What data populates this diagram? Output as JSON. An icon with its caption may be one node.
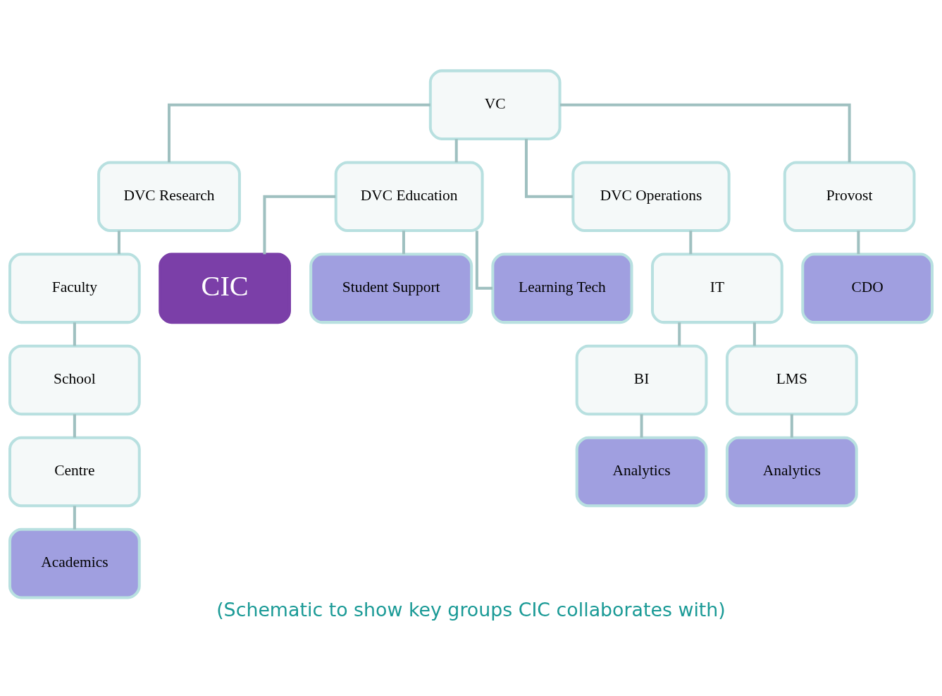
{
  "diagram": {
    "caption": "(Schematic to show key groups CIC collaborates with)",
    "nodes": [
      {
        "text": [
          "VC"
        ]
      },
      {
        "text": [
          "DVC Research"
        ]
      },
      {
        "text": [
          "DVC Education"
        ]
      },
      {
        "text": [
          "DVC Operations"
        ]
      },
      {
        "text": [
          "Provost"
        ]
      },
      {
        "text": [
          "Faculty"
        ]
      },
      {
        "text": [
          "School"
        ]
      },
      {
        "text": [
          "Centre"
        ]
      },
      {
        "text": [
          "Academics"
        ]
      },
      {
        "text": [
          "CIC"
        ]
      },
      {
        "text": [
          "Student Support"
        ]
      },
      {
        "text": [
          "Learning Tech"
        ]
      },
      {
        "text": [
          "IT"
        ]
      },
      {
        "text": [
          "BI"
        ]
      },
      {
        "text": [
          "LMS"
        ]
      },
      {
        "text": [
          "Analytics"
        ]
      },
      {
        "text": [
          "Analytics"
        ]
      },
      {
        "text": [
          "CDO"
        ]
      }
    ],
    "edges": [
      {
        "from": 0,
        "to": 1,
        "arrow": "none"
      },
      {
        "from": 0,
        "to": 2,
        "arrow": "none"
      },
      {
        "from": 0,
        "to": 3,
        "arrow": "none"
      },
      {
        "from": 0,
        "to": 4,
        "arrow": "none"
      },
      {
        "from": 1,
        "to": 5,
        "arrow": "none"
      },
      {
        "from": 5,
        "to": 6,
        "arrow": "none"
      },
      {
        "from": 6,
        "to": 7,
        "arrow": "none"
      },
      {
        "from": 7,
        "to": 8,
        "arrow": "none"
      },
      {
        "from": 2,
        "to": 9,
        "arrow": "none"
      },
      {
        "from": 2,
        "to": 10,
        "arrow": "none"
      },
      {
        "from": 2,
        "to": 11,
        "arrow": "none"
      },
      {
        "from": 3,
        "to": 12,
        "arrow": "none"
      },
      {
        "from": 12,
        "to": 13,
        "arrow": "none"
      },
      {
        "from": 12,
        "to": 14,
        "arrow": "none"
      },
      {
        "from": 13,
        "to": 15,
        "arrow": "none"
      },
      {
        "from": 14,
        "to": 16,
        "arrow": "none"
      },
      {
        "from": 4,
        "to": 17,
        "arrow": "none"
      }
    ]
  }
}
